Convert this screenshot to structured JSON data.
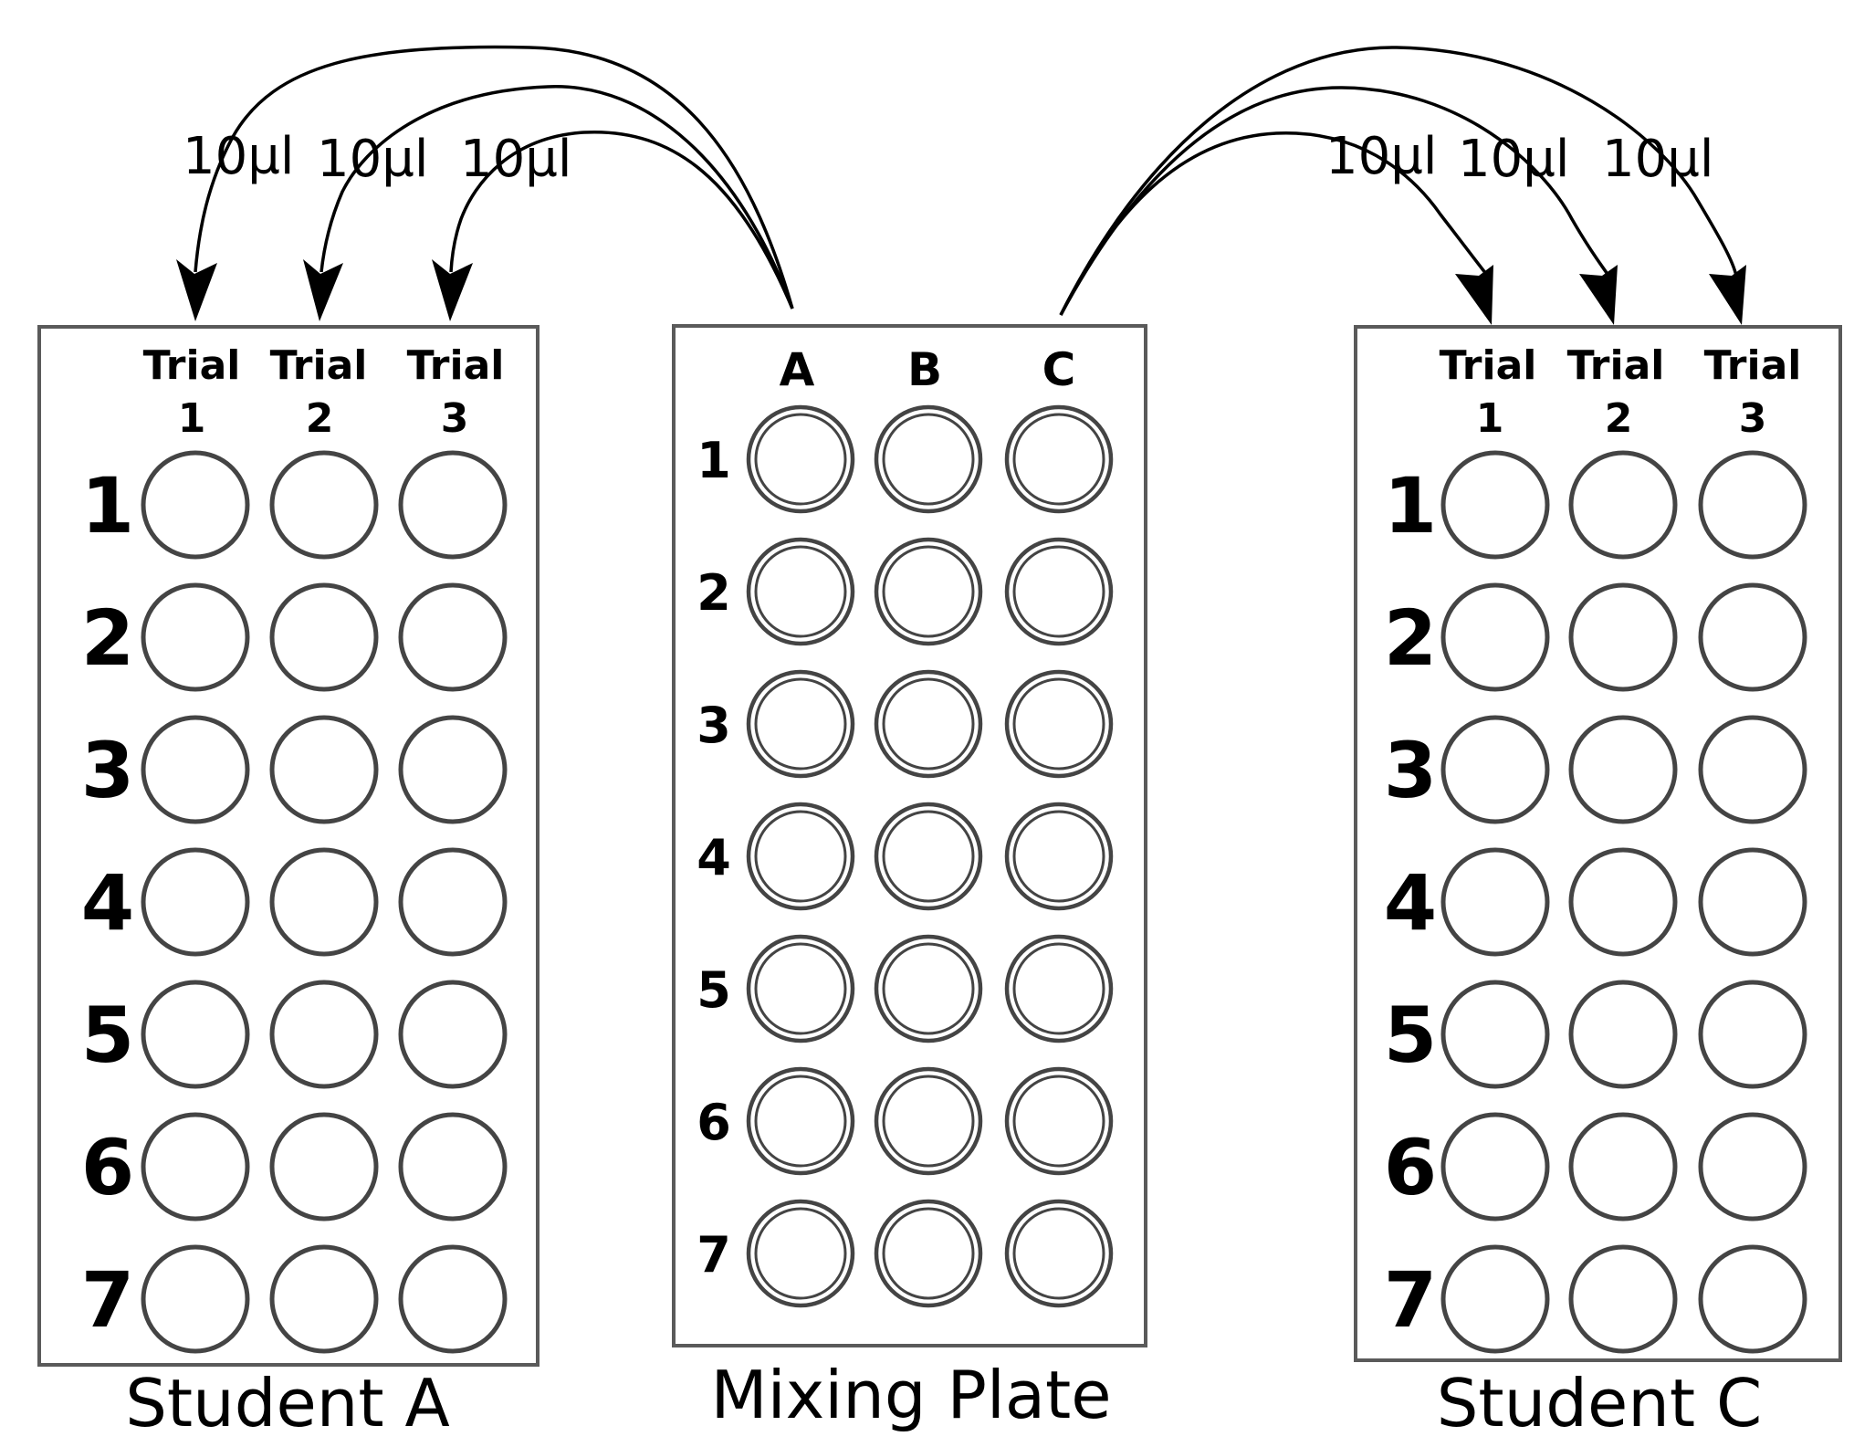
{
  "volume_labels_left": [
    "10µl",
    "10µl",
    "10µl"
  ],
  "volume_labels_right": [
    "10µl",
    "10µl",
    "10µl"
  ],
  "student_a": {
    "caption": "Student A",
    "columns": [
      {
        "line1": "Trial",
        "line2": "1"
      },
      {
        "line1": "Trial",
        "line2": "2"
      },
      {
        "line1": "Trial",
        "line2": "3"
      }
    ],
    "rows": [
      "1",
      "2",
      "3",
      "4",
      "5",
      "6",
      "7"
    ]
  },
  "mixing_plate": {
    "caption": "Mixing Plate",
    "columns": [
      "A",
      "B",
      "C"
    ],
    "rows": [
      "1",
      "2",
      "3",
      "4",
      "5",
      "6",
      "7"
    ]
  },
  "student_c": {
    "caption": "Student C",
    "columns": [
      {
        "line1": "Trial",
        "line2": "1"
      },
      {
        "line1": "Trial",
        "line2": "2"
      },
      {
        "line1": "Trial",
        "line2": "3"
      }
    ],
    "rows": [
      "1",
      "2",
      "3",
      "4",
      "5",
      "6",
      "7"
    ]
  }
}
